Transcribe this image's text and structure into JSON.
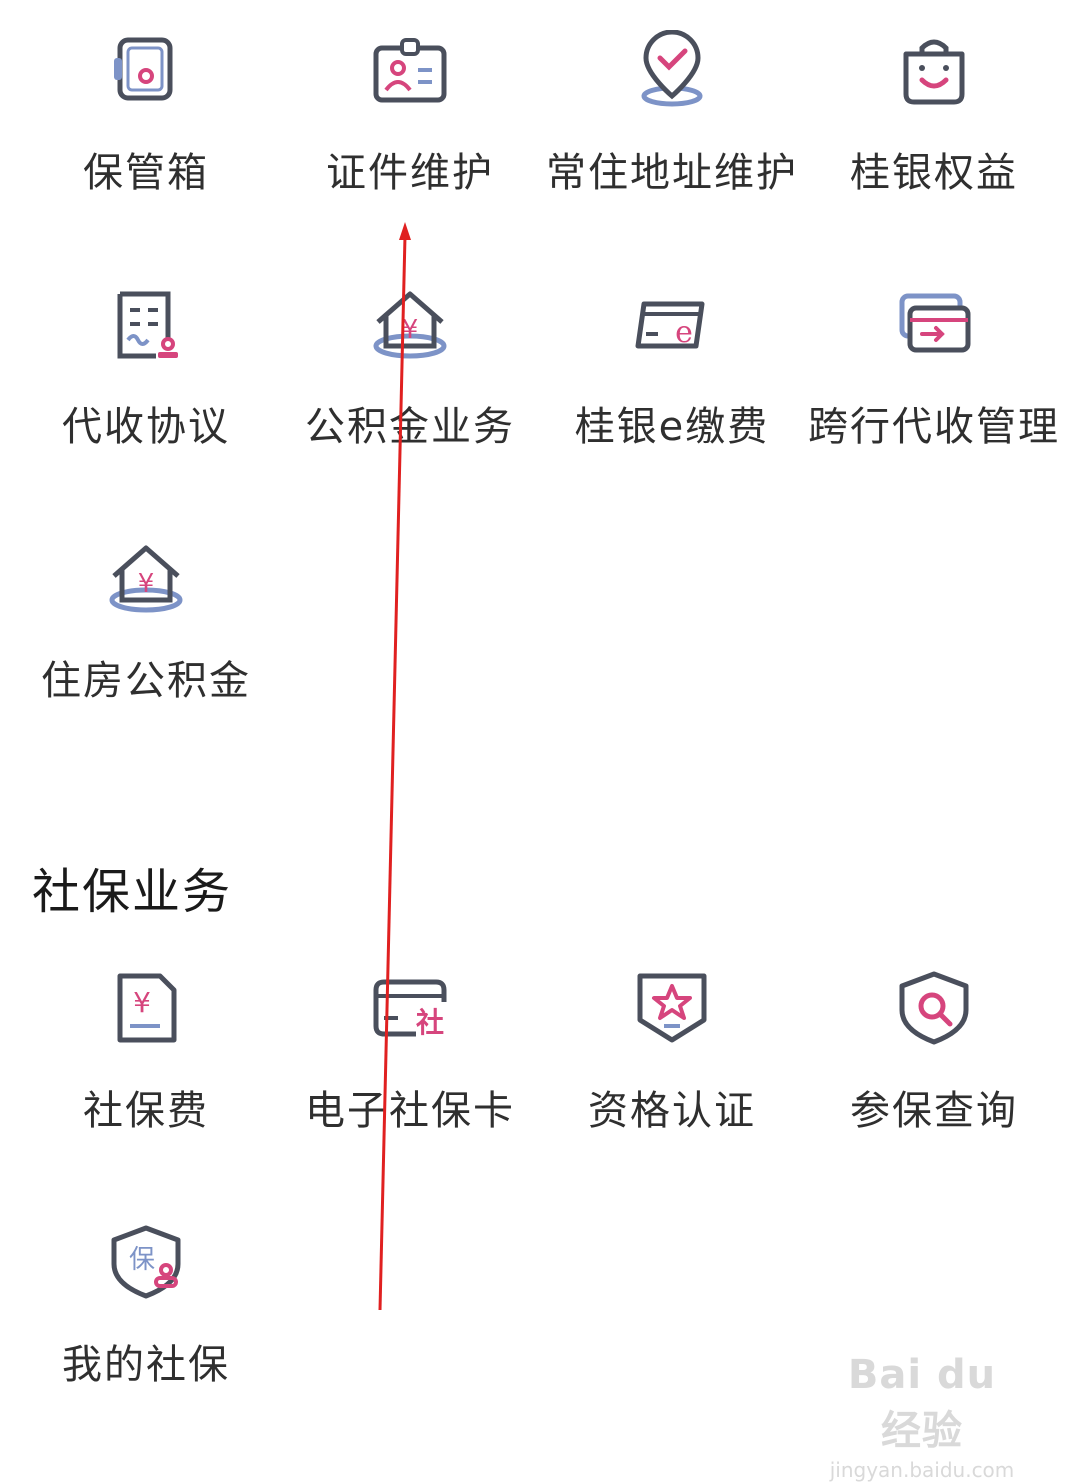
{
  "colors": {
    "stroke": "#4a4f5c",
    "accent": "#d6457d",
    "ring": "#7d93c7",
    "arrow": "#e02020"
  },
  "row1": [
    {
      "label": "保管箱",
      "icon": "safe-box-icon"
    },
    {
      "label": "证件维护",
      "icon": "id-card-icon"
    },
    {
      "label": "常住地址维护",
      "icon": "location-pin-icon"
    },
    {
      "label": "桂银权益",
      "icon": "shopping-bag-icon"
    }
  ],
  "row2": [
    {
      "label": "代收协议",
      "icon": "agreement-doc-icon"
    },
    {
      "label": "公积金业务",
      "icon": "house-yuan-icon"
    },
    {
      "label": "桂银e缴费",
      "icon": "e-card-icon"
    },
    {
      "label": "跨行代收管理",
      "icon": "card-transfer-icon"
    }
  ],
  "row3": [
    {
      "label": "住房公积金",
      "icon": "house-fund-icon"
    }
  ],
  "social": {
    "title": "社保业务",
    "row1": [
      {
        "label": "社保费",
        "icon": "yuan-document-icon"
      },
      {
        "label": "电子社保卡",
        "icon": "social-card-icon"
      },
      {
        "label": "资格认证",
        "icon": "star-shield-icon"
      },
      {
        "label": "参保查询",
        "icon": "search-shield-icon"
      }
    ],
    "row2": [
      {
        "label": "我的社保",
        "icon": "bao-shield-icon"
      }
    ],
    "yuan_symbol": "¥",
    "card_char": "社",
    "bao_char": "保",
    "e_char": "e"
  },
  "watermark": {
    "logo": "Bai du 经验",
    "url": "jingyan.baidu.com"
  }
}
